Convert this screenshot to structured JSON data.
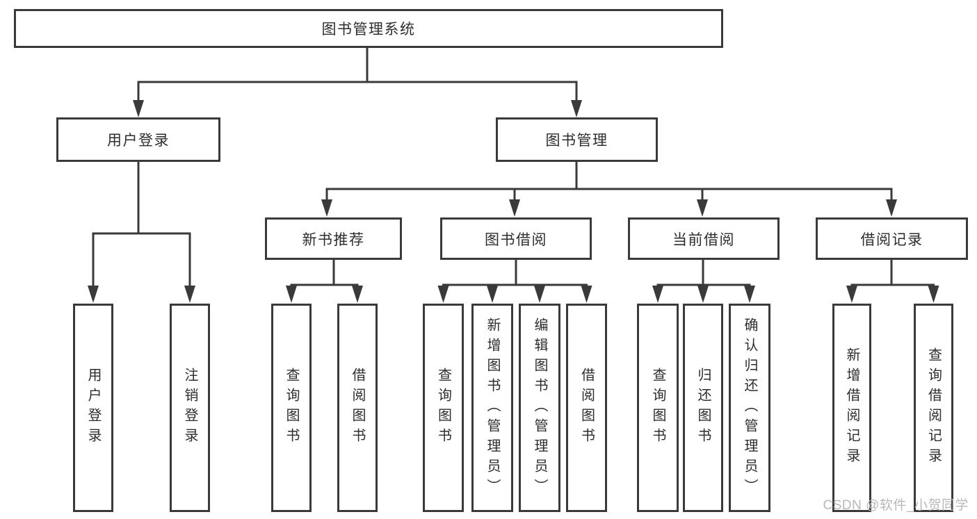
{
  "colors": {
    "line": "#3a3a3a",
    "box_border": "#3a3a3a",
    "text": "#2d2d2d",
    "watermark": "#b9b9b9",
    "background": "#ffffff"
  },
  "tree": {
    "root": {
      "label": "图书管理系统"
    },
    "branches": [
      {
        "label": "用户登录",
        "children": [
          {
            "label": "用户登录"
          },
          {
            "label": "注销登录"
          }
        ]
      },
      {
        "label": "图书管理",
        "children": [
          {
            "label": "新书推荐",
            "children": [
              {
                "label": "查询图书"
              },
              {
                "label": "借阅图书"
              }
            ]
          },
          {
            "label": "图书借阅",
            "children": [
              {
                "label": "查询图书"
              },
              {
                "label": "新增图书（管理员）"
              },
              {
                "label": "编辑图书（管理员）"
              },
              {
                "label": "借阅图书"
              }
            ]
          },
          {
            "label": "当前借阅",
            "children": [
              {
                "label": "查询图书"
              },
              {
                "label": "归还图书"
              },
              {
                "label": "确认归还（管理员）"
              }
            ]
          },
          {
            "label": "借阅记录",
            "children": [
              {
                "label": "新增借阅记录"
              },
              {
                "label": "查询借阅记录"
              }
            ]
          }
        ]
      }
    ]
  },
  "watermark": "CSDN @软件_小贺同学"
}
